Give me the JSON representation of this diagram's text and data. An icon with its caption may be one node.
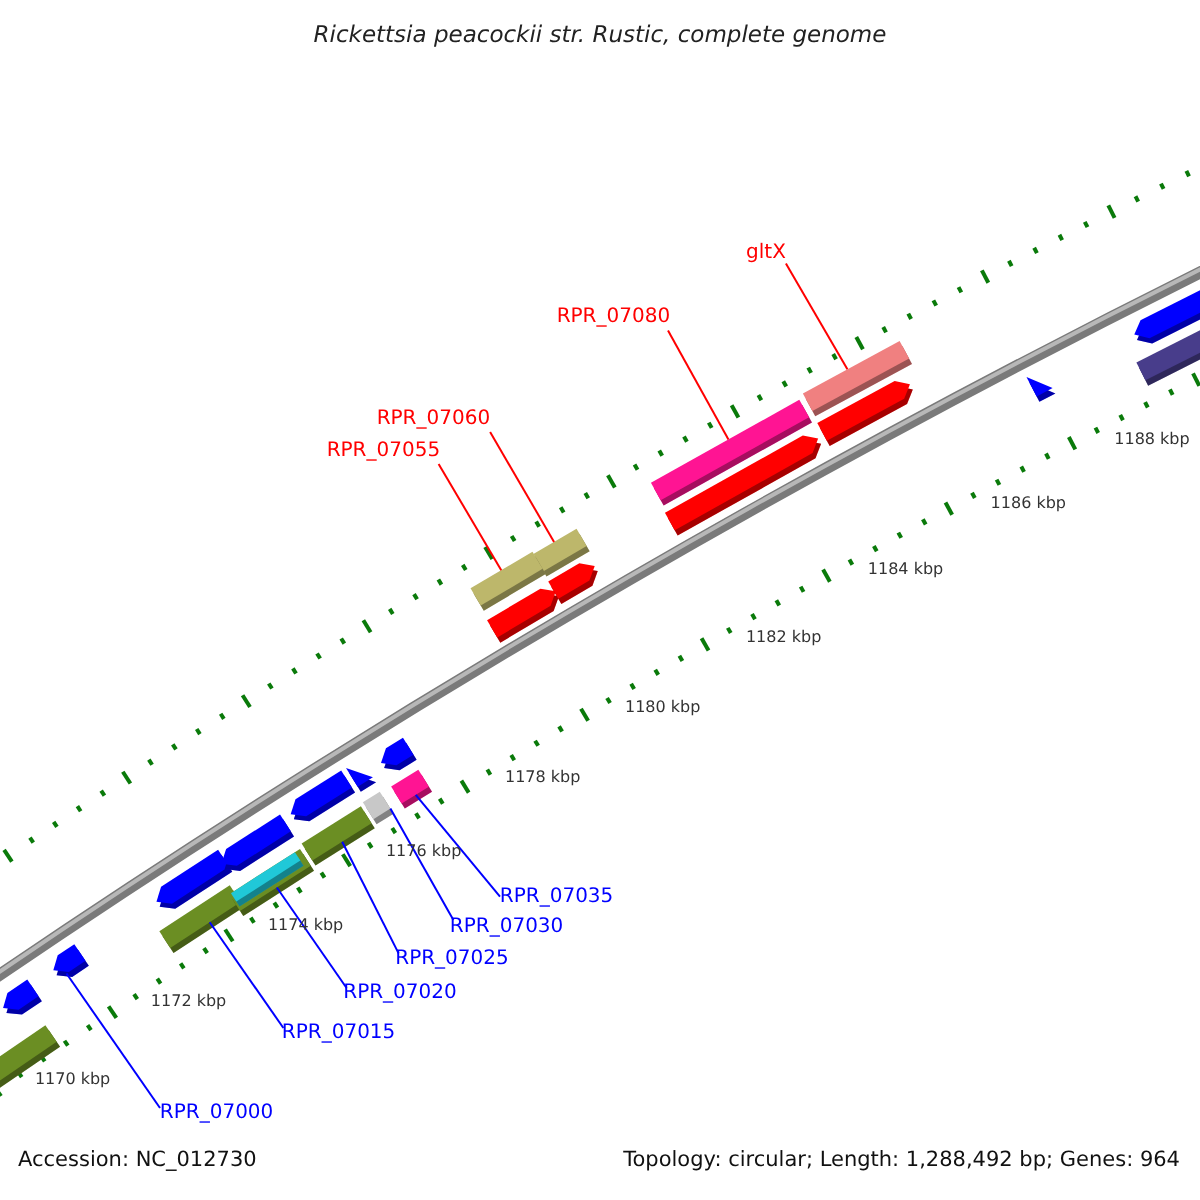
{
  "diagram": {
    "title": "Rickettsia peacockii str. Rustic, complete genome",
    "nodes": [
      {
        "text": [
          "gltX"
        ]
      },
      {
        "text": [
          "RPR_07080"
        ]
      },
      {
        "text": [
          "RPR_07060"
        ]
      },
      {
        "text": [
          "RPR_07055"
        ]
      },
      {
        "text": [],
        "shape": "bar"
      },
      {
        "text": [],
        "shape": "bar"
      },
      {
        "text": [],
        "shape": "bar"
      },
      {
        "text": [],
        "shape": "bar"
      },
      {
        "text": [],
        "shape": "arrow"
      },
      {
        "text": [],
        "shape": "bar"
      },
      {
        "text": [],
        "shape": "bar"
      },
      {
        "text": [],
        "shape": "bar"
      },
      {
        "text": [],
        "shape": "bar"
      },
      {
        "text": [],
        "shape": "bar"
      },
      {
        "text": [
          "RPR_07035"
        ]
      },
      {
        "text": [
          "RPR_07030"
        ]
      },
      {
        "text": [
          "RPR_07025"
        ]
      },
      {
        "text": [
          "RPR_07020"
        ]
      },
      {
        "text": [
          "RPR_07015"
        ]
      },
      {
        "text": [
          "RPR_07000"
        ]
      },
      {
        "text": [],
        "shape": "arrow"
      },
      {
        "text": [],
        "shape": "arrow"
      },
      {
        "text": [],
        "shape": "arrow"
      },
      {
        "text": [],
        "shape": "arrow"
      },
      {
        "text": [],
        "shape": "arrow"
      },
      {
        "text": [],
        "shape": "bar"
      },
      {
        "text": [],
        "shape": "arrow"
      },
      {
        "text": [],
        "shape": "arrow"
      },
      {
        "text": [],
        "shape": "arrow"
      },
      {
        "text": [],
        "shape": "triangle"
      },
      {
        "text": [],
        "shape": "arrow"
      },
      {
        "text": [],
        "shape": "triangle"
      },
      {
        "text": [],
        "shape": "arrow"
      },
      {
        "text": [],
        "shape": "bar"
      },
      {
        "text": [],
        "shape": "bar",
        "in": 10
      }
    ],
    "edges": [
      {
        "from": 0,
        "to": 4,
        "arrow": "none",
        "color": "#ff0000"
      },
      {
        "from": 1,
        "to": 5,
        "arrow": "none",
        "color": "#ff0000"
      },
      {
        "from": 2,
        "to": 6,
        "arrow": "none",
        "color": "#ff0000"
      },
      {
        "from": 3,
        "to": 7,
        "arrow": "none",
        "color": "#ff0000"
      },
      {
        "from": 14,
        "to": 13,
        "arrow": "none"
      },
      {
        "from": 15,
        "to": 12,
        "arrow": "none"
      },
      {
        "from": 16,
        "to": 11,
        "arrow": "none"
      },
      {
        "from": 17,
        "to": 10,
        "arrow": "none"
      },
      {
        "from": 18,
        "to": 9,
        "arrow": "none"
      },
      {
        "from": 19,
        "to": 8,
        "arrow": "none"
      }
    ],
    "labels": [
      "1170 kbp",
      "1172 kbp",
      "1174 kbp",
      "1176 kbp",
      "1178 kbp",
      "1180 kbp",
      "1182 kbp",
      "1184 kbp",
      "1186 kbp",
      "1188 kbp",
      "Accession: NC_012730",
      "Topology: circular; Length: 1,288,492 bp; Genes: 964"
    ]
  }
}
